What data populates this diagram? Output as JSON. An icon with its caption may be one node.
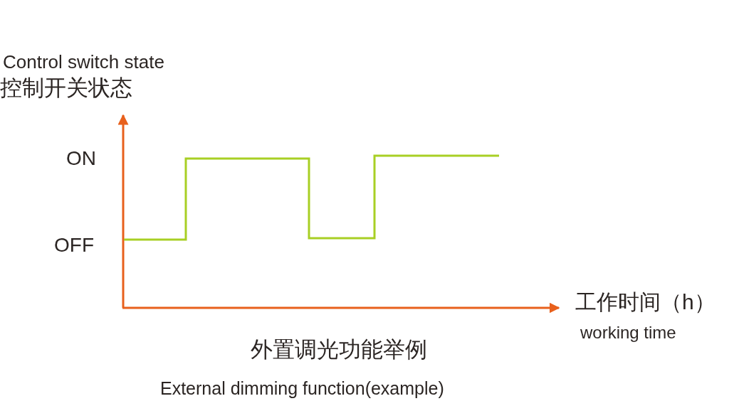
{
  "diagram": {
    "labels": [
      "Control switch state",
      "控制开关状态",
      "ON",
      "OFF",
      "工作时间（h）",
      "working time",
      "外置调光功能举例",
      "External dimming function(example)"
    ]
  }
}
